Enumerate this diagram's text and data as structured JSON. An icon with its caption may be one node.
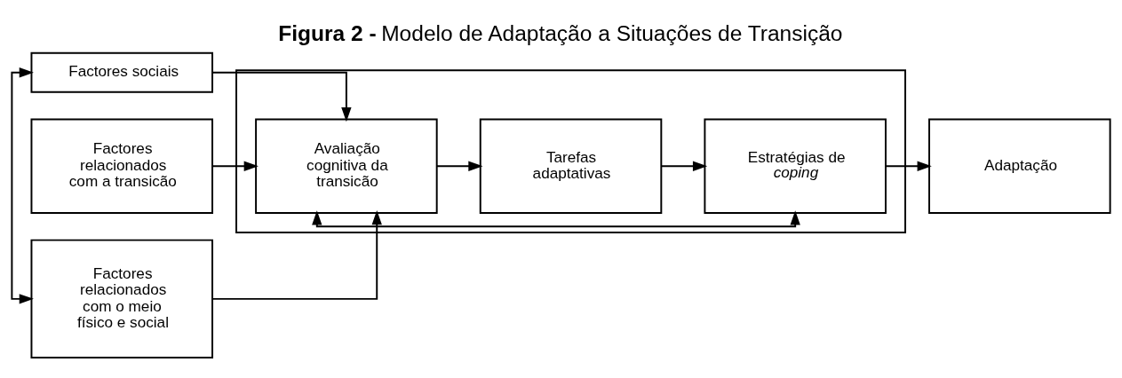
{
  "diagram": {
    "title": "**Figura 2 -** Modelo de Adaptação a Situações de Transição",
    "nodes": [
      {
        "text": [
          "Factores sociais"
        ]
      },
      {
        "text": [
          "Factores relacionados com a transicão"
        ]
      },
      {
        "text": [
          "Factores relacionados com o meio físico e social"
        ]
      },
      {
        "text": [],
        "shape": "box"
      },
      {
        "text": [
          "Avaliação cognitiva da transicão"
        ],
        "in": 3
      },
      {
        "text": [
          "Tarefas adaptativas"
        ],
        "in": 3
      },
      {
        "text": [
          "Estratégias de *coping*"
        ],
        "in": 3
      },
      {
        "text": [
          "Adaptação"
        ]
      }
    ],
    "edges": [
      {
        "from": 0,
        "to": 2,
        "arrow": "both"
      },
      {
        "from": 0,
        "to": 4,
        "arrow": "to"
      },
      {
        "from": 1,
        "to": 4,
        "arrow": "to"
      },
      {
        "from": 2,
        "to": 4,
        "arrow": "to"
      },
      {
        "from": 4,
        "to": 5,
        "arrow": "to"
      },
      {
        "from": 5,
        "to": 6,
        "arrow": "to"
      },
      {
        "from": 6,
        "to": 7,
        "arrow": "to"
      },
      {
        "from": 4,
        "to": 6,
        "arrow": "both"
      }
    ]
  }
}
